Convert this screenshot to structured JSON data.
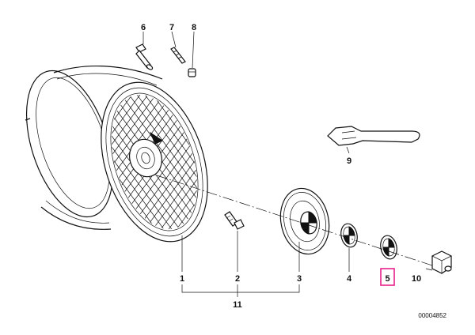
{
  "callouts": {
    "1": "1",
    "2": "2",
    "3": "3",
    "4": "4",
    "5": "5",
    "6": "6",
    "7": "7",
    "8": "8",
    "9": "9",
    "10": "10",
    "11": "11"
  },
  "highlighted_callout": "5",
  "highlight_color": "#e8208a",
  "drawing_number": "00004852"
}
